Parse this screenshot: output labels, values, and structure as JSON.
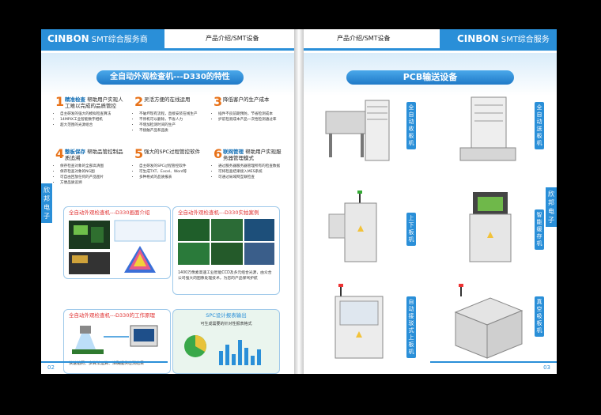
{
  "left": {
    "brand": "CINBON",
    "brand_sub": "SMT综合服务商",
    "nav": "产品介绍/SMT设备",
    "title": "全自动外观检查机---D330的特性",
    "side_tab": "欣邦电子",
    "features": [
      {
        "num": "1",
        "title_bold": "精准检查",
        "title": "帮助用户实现人工难以完成的品质管控",
        "bullets": [
          "自主研发的强大的模拟检查算法",
          "14MPIX工业智能数字相机",
          "超大范围的光源组合"
        ]
      },
      {
        "num": "2",
        "title_bold": "",
        "title": "灵活方便的在线运用",
        "bullets": [
          "不破坏现有流程，直接安装在线生产",
          "不停机可以删除，节省人力",
          "不增加检测时间的生产",
          "不接触产品和品质"
        ]
      },
      {
        "num": "3",
        "title_bold": "",
        "title": "降低客户的生产成本",
        "bullets": [
          "插件不良前期预防，节省检测成本",
          "护前检测成本产品一次性检测通过率"
        ]
      },
      {
        "num": "4",
        "title_bold": "整板保存",
        "title": "帮助品管控制品质追溯",
        "bullets": [
          "保存检查对象的全部高清图",
          "保存检查对象的NG图",
          "可自由回放任何的产品图片",
          "方便品质追溯"
        ]
      },
      {
        "num": "5",
        "title_bold": "",
        "title": "强大的SPC过程管控软件",
        "bullets": [
          "自主研发的SPC过程管控软件",
          "可生成TXT、Excel、Word等",
          "多种格式的品质报表"
        ]
      },
      {
        "num": "6",
        "title_bold": "联网管理",
        "title": "帮助用户实现服务器管理模式",
        "bullets": [
          "通过服务器服务器管理所有的检查数据",
          "可将检查结果接入MES系统",
          "可通过局域网互联检查"
        ]
      }
    ],
    "panel1_title": "全自动外观检查机---D330画面介绍",
    "panel2_title": "全自动外观检查机---D330实拍案例",
    "panel2_caption": "1400万像素高速工业智能CCD及多元组合光源，由众合公司强大的图像处理技术，为您的产品保驾护航",
    "panel3_title": "全自动外观检查机---D330的工作原理",
    "panel3_caption": "快速拍照、多算法运算、准确提供检测结果",
    "panel4_title": "SPC设计报表输出",
    "panel4_sub": "可生成需要的针对性报表格式",
    "page_num": "02"
  },
  "right": {
    "brand": "CINBON",
    "brand_sub": "SMT综合服务商",
    "nav": "产品介绍/SMT设备",
    "title": "PCB输送设备",
    "side_tab": "欣邦电子",
    "machines": [
      {
        "label": "全自动收板机"
      },
      {
        "label": "全自动送板机"
      },
      {
        "label": "上下板机"
      },
      {
        "label": "智能缓存机"
      },
      {
        "label": "自动接驳式上板机"
      },
      {
        "label": "真空吸板机"
      }
    ],
    "page_num": "03"
  },
  "colors": {
    "accent": "#2a8fd8",
    "highlight": "#e8731a",
    "title_red": "#e03030"
  }
}
